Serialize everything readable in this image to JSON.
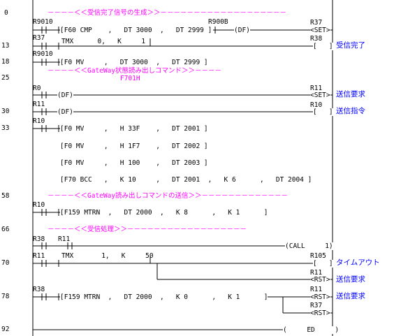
{
  "steps": [
    "0",
    "13",
    "18",
    "25",
    "30",
    "33",
    "58",
    "66",
    "70",
    "78",
    "92"
  ],
  "comments": {
    "c0": "－－－－＜＜受信完了信号の生成＞＞－－－－－－－－－－－－－－－－－－－",
    "c1": "－－－－＜＜GateWay状態読み出しコマンド＞＞－－－－",
    "c1b": "F701H",
    "c2": "－－－－＜＜GateWay読み出しコマンドの送信＞＞－－－－－－－－－－－－－",
    "c3": "－－－－＜＜受信処理＞＞－－－－－－－－－－－－－－－－－－"
  },
  "contacts": {
    "r9010a": "R9010",
    "r37": "R37",
    "r9010b": "R9010",
    "r0": "R0",
    "r11a": "R11",
    "r10a": "R10",
    "r10b": "R10",
    "r38a": "R38",
    "r11b": "R11",
    "r11c": "R11",
    "r38b": "R38",
    "r900b": "R900B"
  },
  "instructions": {
    "i0": "[F60 CMP    ,   DT 3000  ,   DT 2999 ]",
    "i0df": "(DF)",
    "i13": "TMX      0,   K     1",
    "i18": "[F0 MV     ,   DT 3000  ,   DT 2999 ]",
    "i25": "(DF)",
    "i30": "(DF)",
    "i33a": "[F0 MV     ,   H 33F    ,   DT 2001 ]",
    "i33b": "[F0 MV     ,   H 1F7    ,   DT 2002 ]",
    "i33c": "[F0 MV     ,   H 100    ,   DT 2003 ]",
    "i33d": "[F70 BCC   ,   K 10     ,   DT 2001  ,   K 6      ,   DT 2004 ]",
    "i58": "[F159 MTRN  ,   DT 2000  ,   K 8      ,   K 1      ]",
    "i66call": "(CALL     1)",
    "i70": "TMX       1,   K     50",
    "i78": "[F159 MTRN  ,   DT 2000  ,   K 0      ,   K 1      ]",
    "i92": "(     ED     )"
  },
  "coils": {
    "r37": "R37",
    "r37set": "<SET>",
    "r38": "R38",
    "r38coil": "[   ]",
    "r11a": "R11",
    "r11set": "<SET>",
    "r10": "R10",
    "r10coil": "[   ]",
    "r105": "R105",
    "r105coil": "[   ]",
    "r11b": "R11",
    "r11rst": "<RST>",
    "r11c": "R11",
    "r11rst2": "<RST>",
    "r37b": "R37",
    "r37rst": "<RST>"
  },
  "labels": {
    "recv_done": "受信完了",
    "send_req1": "送信要求",
    "send_cmd": "送信指令",
    "timeout": "タイムアウト",
    "send_req2": "送信要求",
    "send_req3": "送信要求"
  },
  "colors": {
    "comment": "#ff00ff",
    "label": "#0000ff",
    "line": "#000000",
    "background": "#ffffff"
  }
}
